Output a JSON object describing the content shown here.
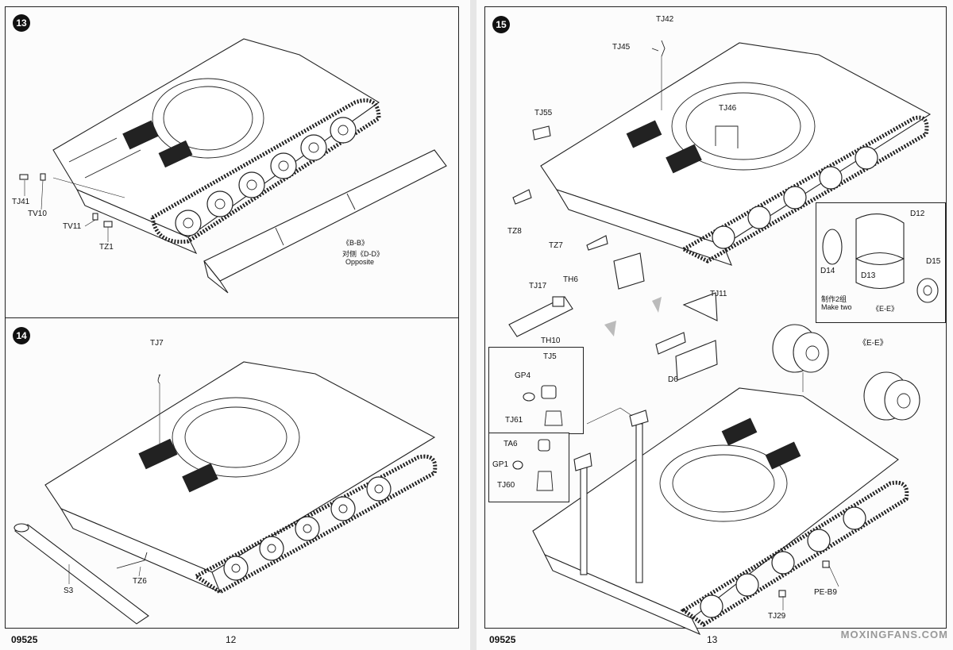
{
  "left_page": {
    "footer_code": "09525",
    "page_number": "12",
    "step13": {
      "number": "13",
      "labels": {
        "tj41": "TJ41",
        "tv10": "TV10",
        "tv11": "TV11",
        "tz1": "TZ1",
        "bb": "《B-B》",
        "dd": "对侧《D-D》",
        "opposite": "Opposite"
      }
    },
    "step14": {
      "number": "14",
      "labels": {
        "tj7": "TJ7",
        "s3": "S3",
        "tz6": "TZ6"
      }
    }
  },
  "right_page": {
    "footer_code": "09525",
    "page_number": "13",
    "step15": {
      "number": "15",
      "labels": {
        "tj42": "TJ42",
        "tj45": "TJ45",
        "tj55": "TJ55",
        "tj46": "TJ46",
        "tz8": "TZ8",
        "tz7": "TZ7",
        "tj17": "TJ17",
        "th6": "TH6",
        "th10": "TH10",
        "tj11": "TJ11",
        "d6": "D6",
        "ee": "《E-E》",
        "pe_b9": "PE-B9",
        "tj29": "TJ29"
      },
      "inset_ee": {
        "d12": "D12",
        "d14": "D14",
        "d13": "D13",
        "d15": "D15",
        "make_two_cn": "制作2组",
        "make_two": "Make two",
        "title": "《E-E》"
      },
      "inset_tj5": {
        "tj5": "TJ5",
        "gp4": "GP4",
        "tj61": "TJ61"
      },
      "inset_ta6": {
        "ta6": "TA6",
        "gp1": "GP1",
        "tj60": "TJ60"
      }
    },
    "watermark": "MOXINGFANS.COM"
  }
}
